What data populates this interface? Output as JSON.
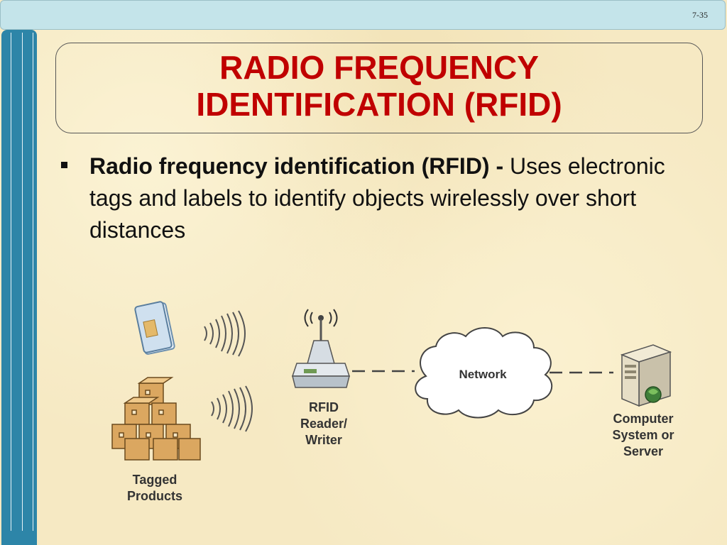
{
  "slide": {
    "page_number": "7-35",
    "title_line1": "RADIO FREQUENCY",
    "title_line2": "IDENTIFICATION (RFID)"
  },
  "bullet": {
    "term": "Radio frequency identification (RFID)",
    "separator": " - ",
    "definition": "Uses electronic tags and labels to identify objects wirelessly over short distances"
  },
  "diagram": {
    "tagged_products_label_line1": "Tagged",
    "tagged_products_label_line2": "Products",
    "reader_label_line1": "RFID",
    "reader_label_line2": "Reader/",
    "reader_label_line3": "Writer",
    "network_label": "Network",
    "server_label_line1": "Computer",
    "server_label_line2": "System or",
    "server_label_line3": "Server"
  }
}
